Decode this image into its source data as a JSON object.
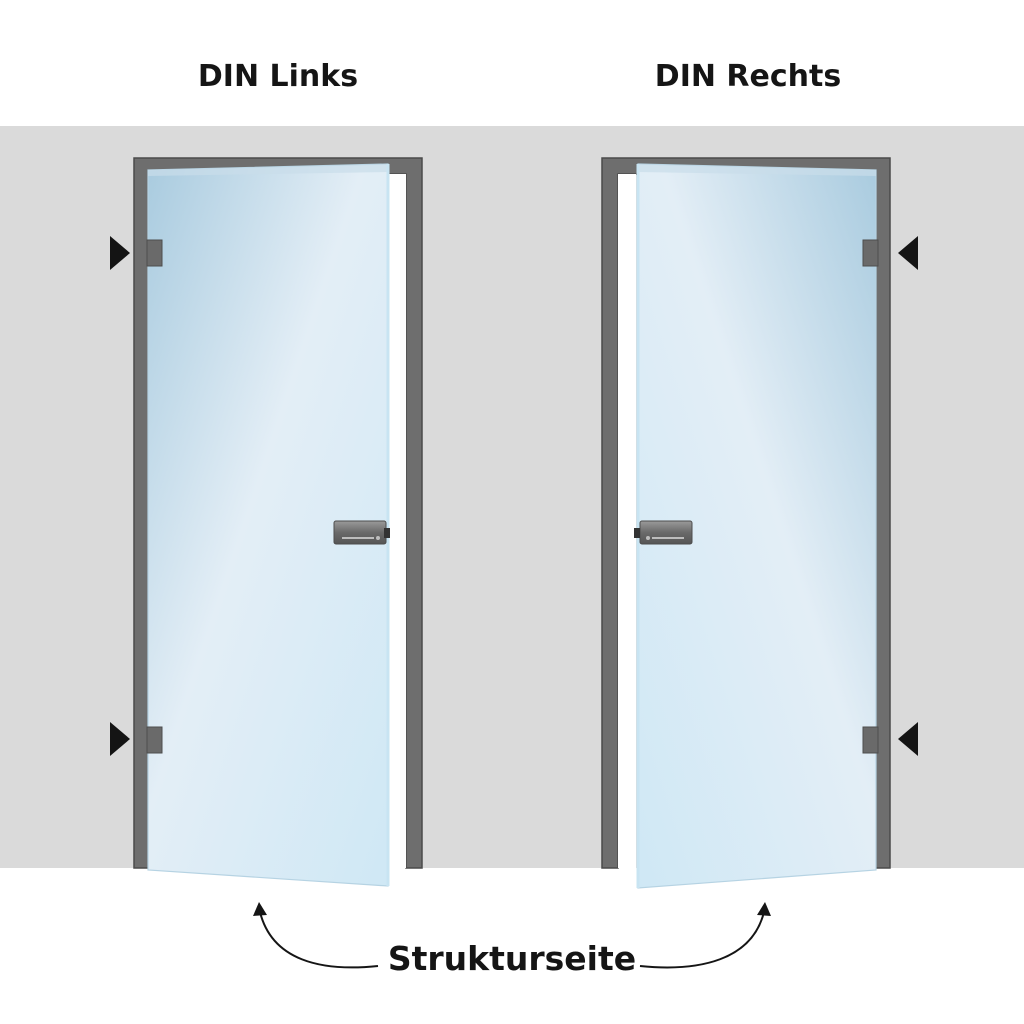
{
  "labels": {
    "left_door": "DIN Links",
    "right_door": "DIN Rechts",
    "bottom": "Strukturseite"
  },
  "colors": {
    "wall": "#dadada",
    "frame": "#6e6e6e",
    "frame_edge": "#4a4a4a",
    "glass_light": "#e6f1f9",
    "glass_mid": "#cfe6f3",
    "glass_dark": "#a9cbdf",
    "hardware": "#6a6a6a",
    "marker": "#141414",
    "text": "#151515"
  },
  "icons": {
    "hinge_marker": "triangle-pointer-icon",
    "curved_arrow": "curved-arrow-icon"
  }
}
